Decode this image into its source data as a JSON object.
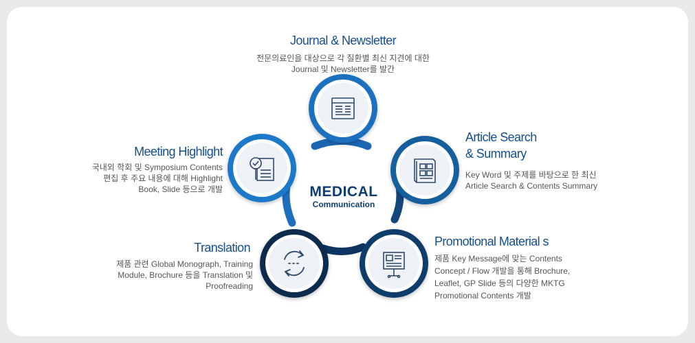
{
  "center": {
    "title": "MEDICAL",
    "subtitle": "Communication"
  },
  "items": [
    {
      "id": "journal",
      "title_lines": [
        "Journal & Newsletter"
      ],
      "desc_lines": [
        "전문의료인을 대상으로 각 질환별 최신 지견에 대한",
        "Journal 및 Newsletter를 발간"
      ],
      "icon": "newspaper-icon",
      "color": "#1b6fc0"
    },
    {
      "id": "article",
      "title_lines": [
        "Article Search",
        "& Summary"
      ],
      "desc_lines": [
        "Key Word 및 주제를 바탕으로 한 최신",
        "Article Search & Contents Summary"
      ],
      "icon": "book-icon",
      "color": "#155e9e"
    },
    {
      "id": "promotional",
      "title_lines": [
        "Promotional Material s"
      ],
      "desc_lines": [
        "제품 Key Message에 맞는 Contents",
        "Concept / Flow 개발을 통해 Brochure,",
        "Leaflet, GP Slide 등의 다양한 MKTG",
        "Promotional Contents 개발"
      ],
      "icon": "presentation-board-icon",
      "color": "#0f3d68"
    },
    {
      "id": "translation",
      "title_lines": [
        "Translation"
      ],
      "desc_lines": [
        "제품 관련 Global Monograph, Training",
        "Module, Brochure 등을 Translation 및",
        "Proofreading"
      ],
      "icon": "refresh-arrows-icon",
      "color": "#0c2c4f"
    },
    {
      "id": "meeting",
      "title_lines": [
        "Meeting Highlight"
      ],
      "desc_lines": [
        "국내외 학회 및 Symposium Contents",
        "편집 후 주요 내용에 대해 Highlight",
        "Book, Slide 등으로 개발"
      ],
      "icon": "checklist-pen-icon",
      "color": "#1f78c8"
    }
  ],
  "colors": {
    "ring_light": "#2a86d4",
    "ring_dark": "#0c2c4f",
    "icon_stroke": "#2d4a6b",
    "inner_circle": "#eef1f5"
  }
}
